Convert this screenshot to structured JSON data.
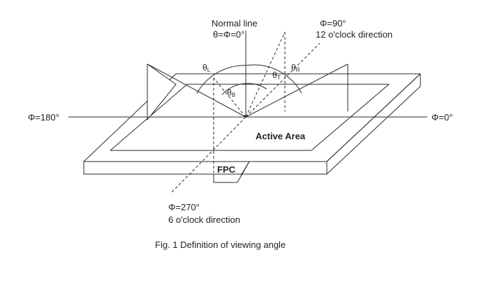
{
  "labels": {
    "normal_line": "Normal line",
    "normal_angle": "θ=Φ=0°",
    "phi90": "Φ=90°",
    "twelve_oclock": "12 o'clock direction",
    "phi180": "Φ=180°",
    "phi0": "Φ=0°",
    "phi270": "Φ=270°",
    "six_oclock": "6 o'clock direction",
    "active_area": "Active Area",
    "fpc": "FPC",
    "caption": "Fig. 1 Definition of viewing angle"
  },
  "angle_labels": {
    "theta_symbol": "θ",
    "left_sub": "L",
    "right_sub": "R",
    "top_sub": "T",
    "bottom_sub": "B"
  },
  "colors": {
    "line": "#2a2a2a",
    "background": "#ffffff"
  }
}
